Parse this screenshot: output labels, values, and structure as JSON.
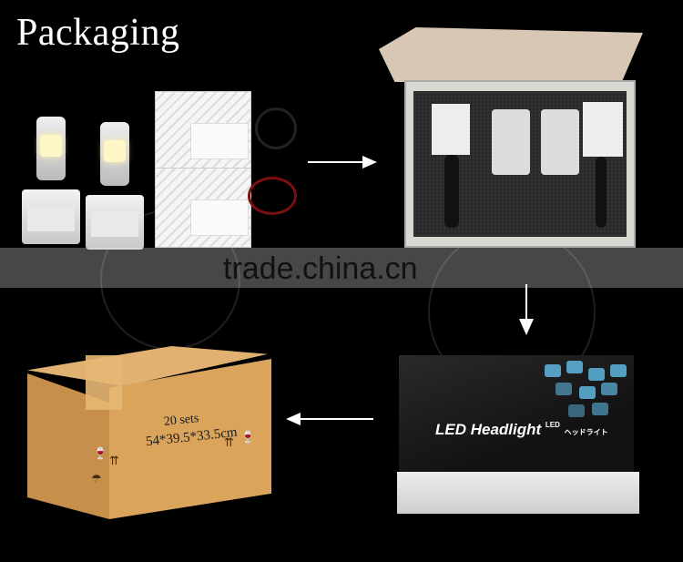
{
  "title": "Packaging",
  "watermark": "trade.china.cn",
  "retail_box": {
    "title": "LED Headlight",
    "tag": "LED",
    "jp": "ヘッドライト"
  },
  "carton": {
    "quantity": "20 sets",
    "dimensions": "54*39.5*33.5cm"
  },
  "colors": {
    "background": "#000000",
    "carton": "#dba45c",
    "box_accent": "#5fb6e0"
  },
  "icons": [
    "arrow-right-icon",
    "arrow-down-icon",
    "arrow-left-icon",
    "fragile-icon",
    "this-way-up-icon",
    "umbrella-icon"
  ]
}
